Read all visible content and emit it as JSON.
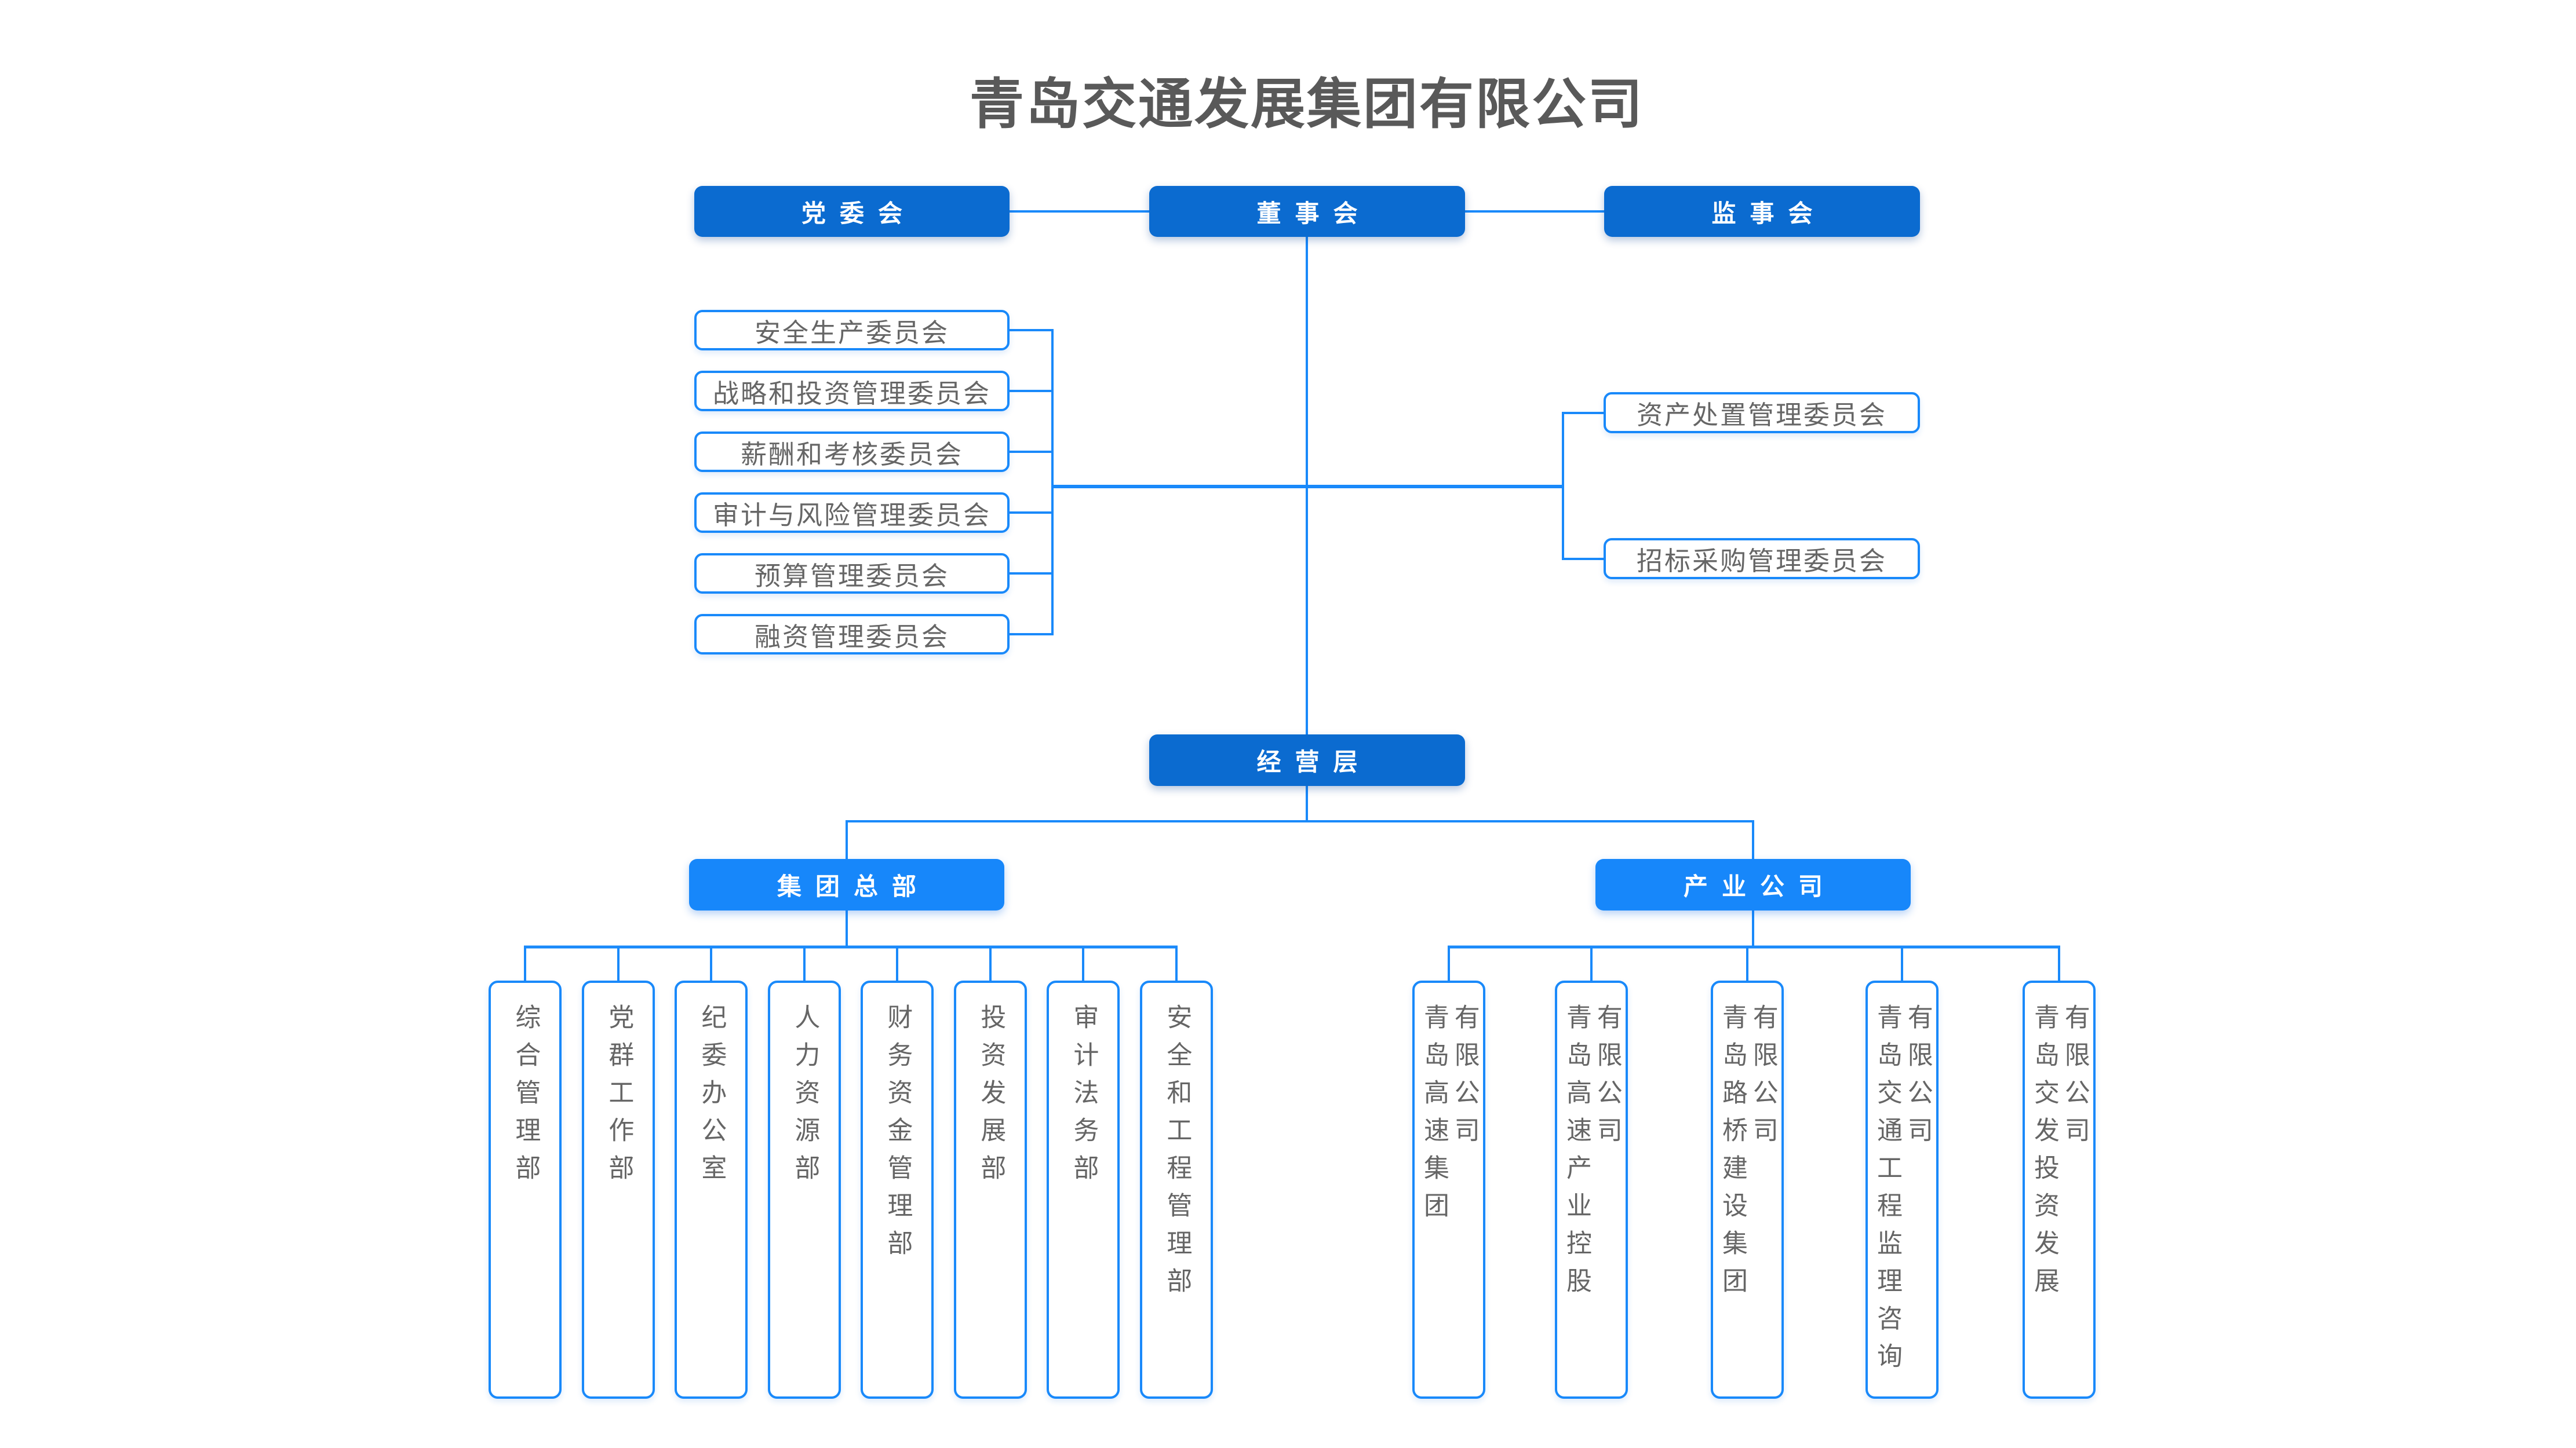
{
  "title": "青岛交通发展集团有限公司",
  "governance": {
    "party_committee": "党委会",
    "board_of_directors": "董事会",
    "supervisory_board": "监事会"
  },
  "board_committees_left": [
    "安全生产委员会",
    "战略和投资管理委员会",
    "薪酬和考核委员会",
    "审计与风险管理委员会",
    "预算管理委员会",
    "融资管理委员会"
  ],
  "board_committees_right": [
    "资产处置管理委员会",
    "招标采购管理委员会"
  ],
  "management_label": "经营层",
  "headquarters": {
    "label": "集团总部",
    "departments": [
      "综合管理部",
      "党群工作部",
      "纪委办公室",
      "人力资源部",
      "财务资金管理部",
      "投资发展部",
      "审计法务部",
      "安全和工程管理部"
    ]
  },
  "industry": {
    "label": "产业公司",
    "companies": [
      {
        "name": "青岛高速集团",
        "suffix": "有限公司"
      },
      {
        "name": "青岛高速产业控股",
        "suffix": "有限公司"
      },
      {
        "name": "青岛路桥建设集团",
        "suffix": "有限公司"
      },
      {
        "name": "青岛交通工程监理咨询",
        "suffix": "有限公司"
      },
      {
        "name": "青岛交发投资发展",
        "suffix": "有限公司"
      }
    ]
  },
  "colors": {
    "primary_dark": "#0B6BD0",
    "primary_bright": "#1787FA",
    "line_blue": "#1989FA",
    "text_gray": "#666666",
    "title_gray": "#595959"
  }
}
